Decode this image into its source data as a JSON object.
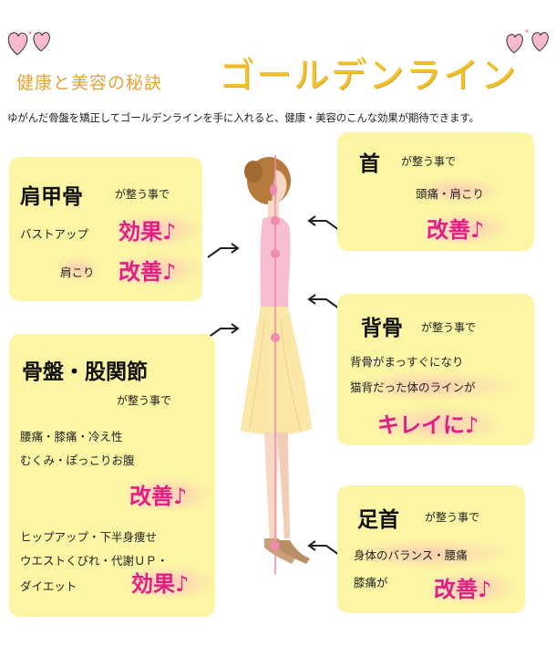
{
  "title": {
    "main": "健康と美容の秘訣",
    "golden": "ゴールデンライン"
  },
  "intro": "ゆがんだ骨盤を矯正してゴールデンラインを手に入れると、健康・美容のこんな効果が期待できます。",
  "boxes": {
    "kenkokotsu": {
      "heading": "肩甲骨",
      "suffix": "が整う事で",
      "line1": "バストアップ",
      "result1": "効果♪",
      "line2": "肩こり",
      "result2": "改善♪"
    },
    "kotsuban": {
      "heading": "骨盤・股関節",
      "suffix": "が整う事で",
      "line1": "腰痛・膝痛・冷え性",
      "line2": "むくみ・ぽっこりお腹",
      "result1": "改善♪",
      "line3": "ヒップアップ・下半身痩せ",
      "line4": "ウエストくびれ・代謝ＵＰ・",
      "line5": "ダイエット",
      "result2": "効果♪"
    },
    "kubi": {
      "heading": "首",
      "suffix": "が整う事で",
      "line1": "頭痛・肩こり",
      "result": "改善♪"
    },
    "sebone": {
      "heading": "背骨",
      "suffix": "が整う事で",
      "line1": "背骨がまっすぐになり",
      "line2": "猫背だった体のラインが",
      "result": "キレイに♪"
    },
    "ashikubi": {
      "heading": "足首",
      "suffix": "が整う事で",
      "line1": "身体のバランス・腰痛",
      "line2": "膝痛が",
      "result": "改善♪"
    }
  },
  "colors": {
    "box": "#fcf6a4",
    "accent_pink": "#e0207c",
    "title_orange": "#e6a23a",
    "title_gold": "#f2c12e"
  },
  "icons": [
    "heart-icon",
    "arrow-icon",
    "woman-figure"
  ]
}
